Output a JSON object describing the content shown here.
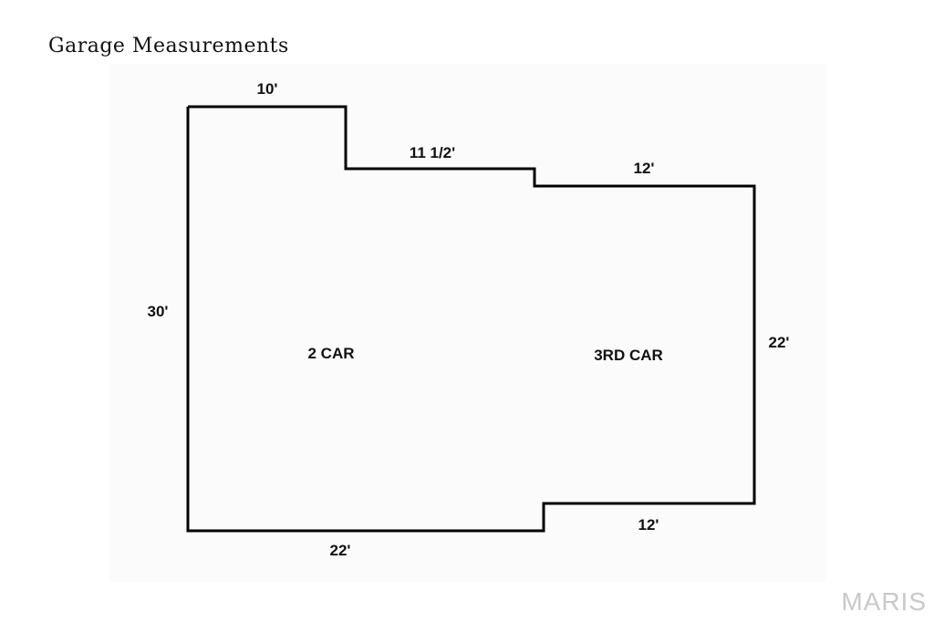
{
  "page": {
    "title": "Garage Measurements"
  },
  "floor_plan": {
    "dimensions": {
      "top_left_width": "10'",
      "step_width": "11 1/2'",
      "top_right_width": "12'",
      "left_depth": "30'",
      "right_depth": "22'",
      "bottom_left_width": "22'",
      "bottom_right_width": "12'"
    },
    "rooms": {
      "two_car": "2 CAR",
      "third_car": "3RD CAR"
    },
    "outline_color": "#000000"
  },
  "watermark": {
    "text": "MARIS"
  }
}
